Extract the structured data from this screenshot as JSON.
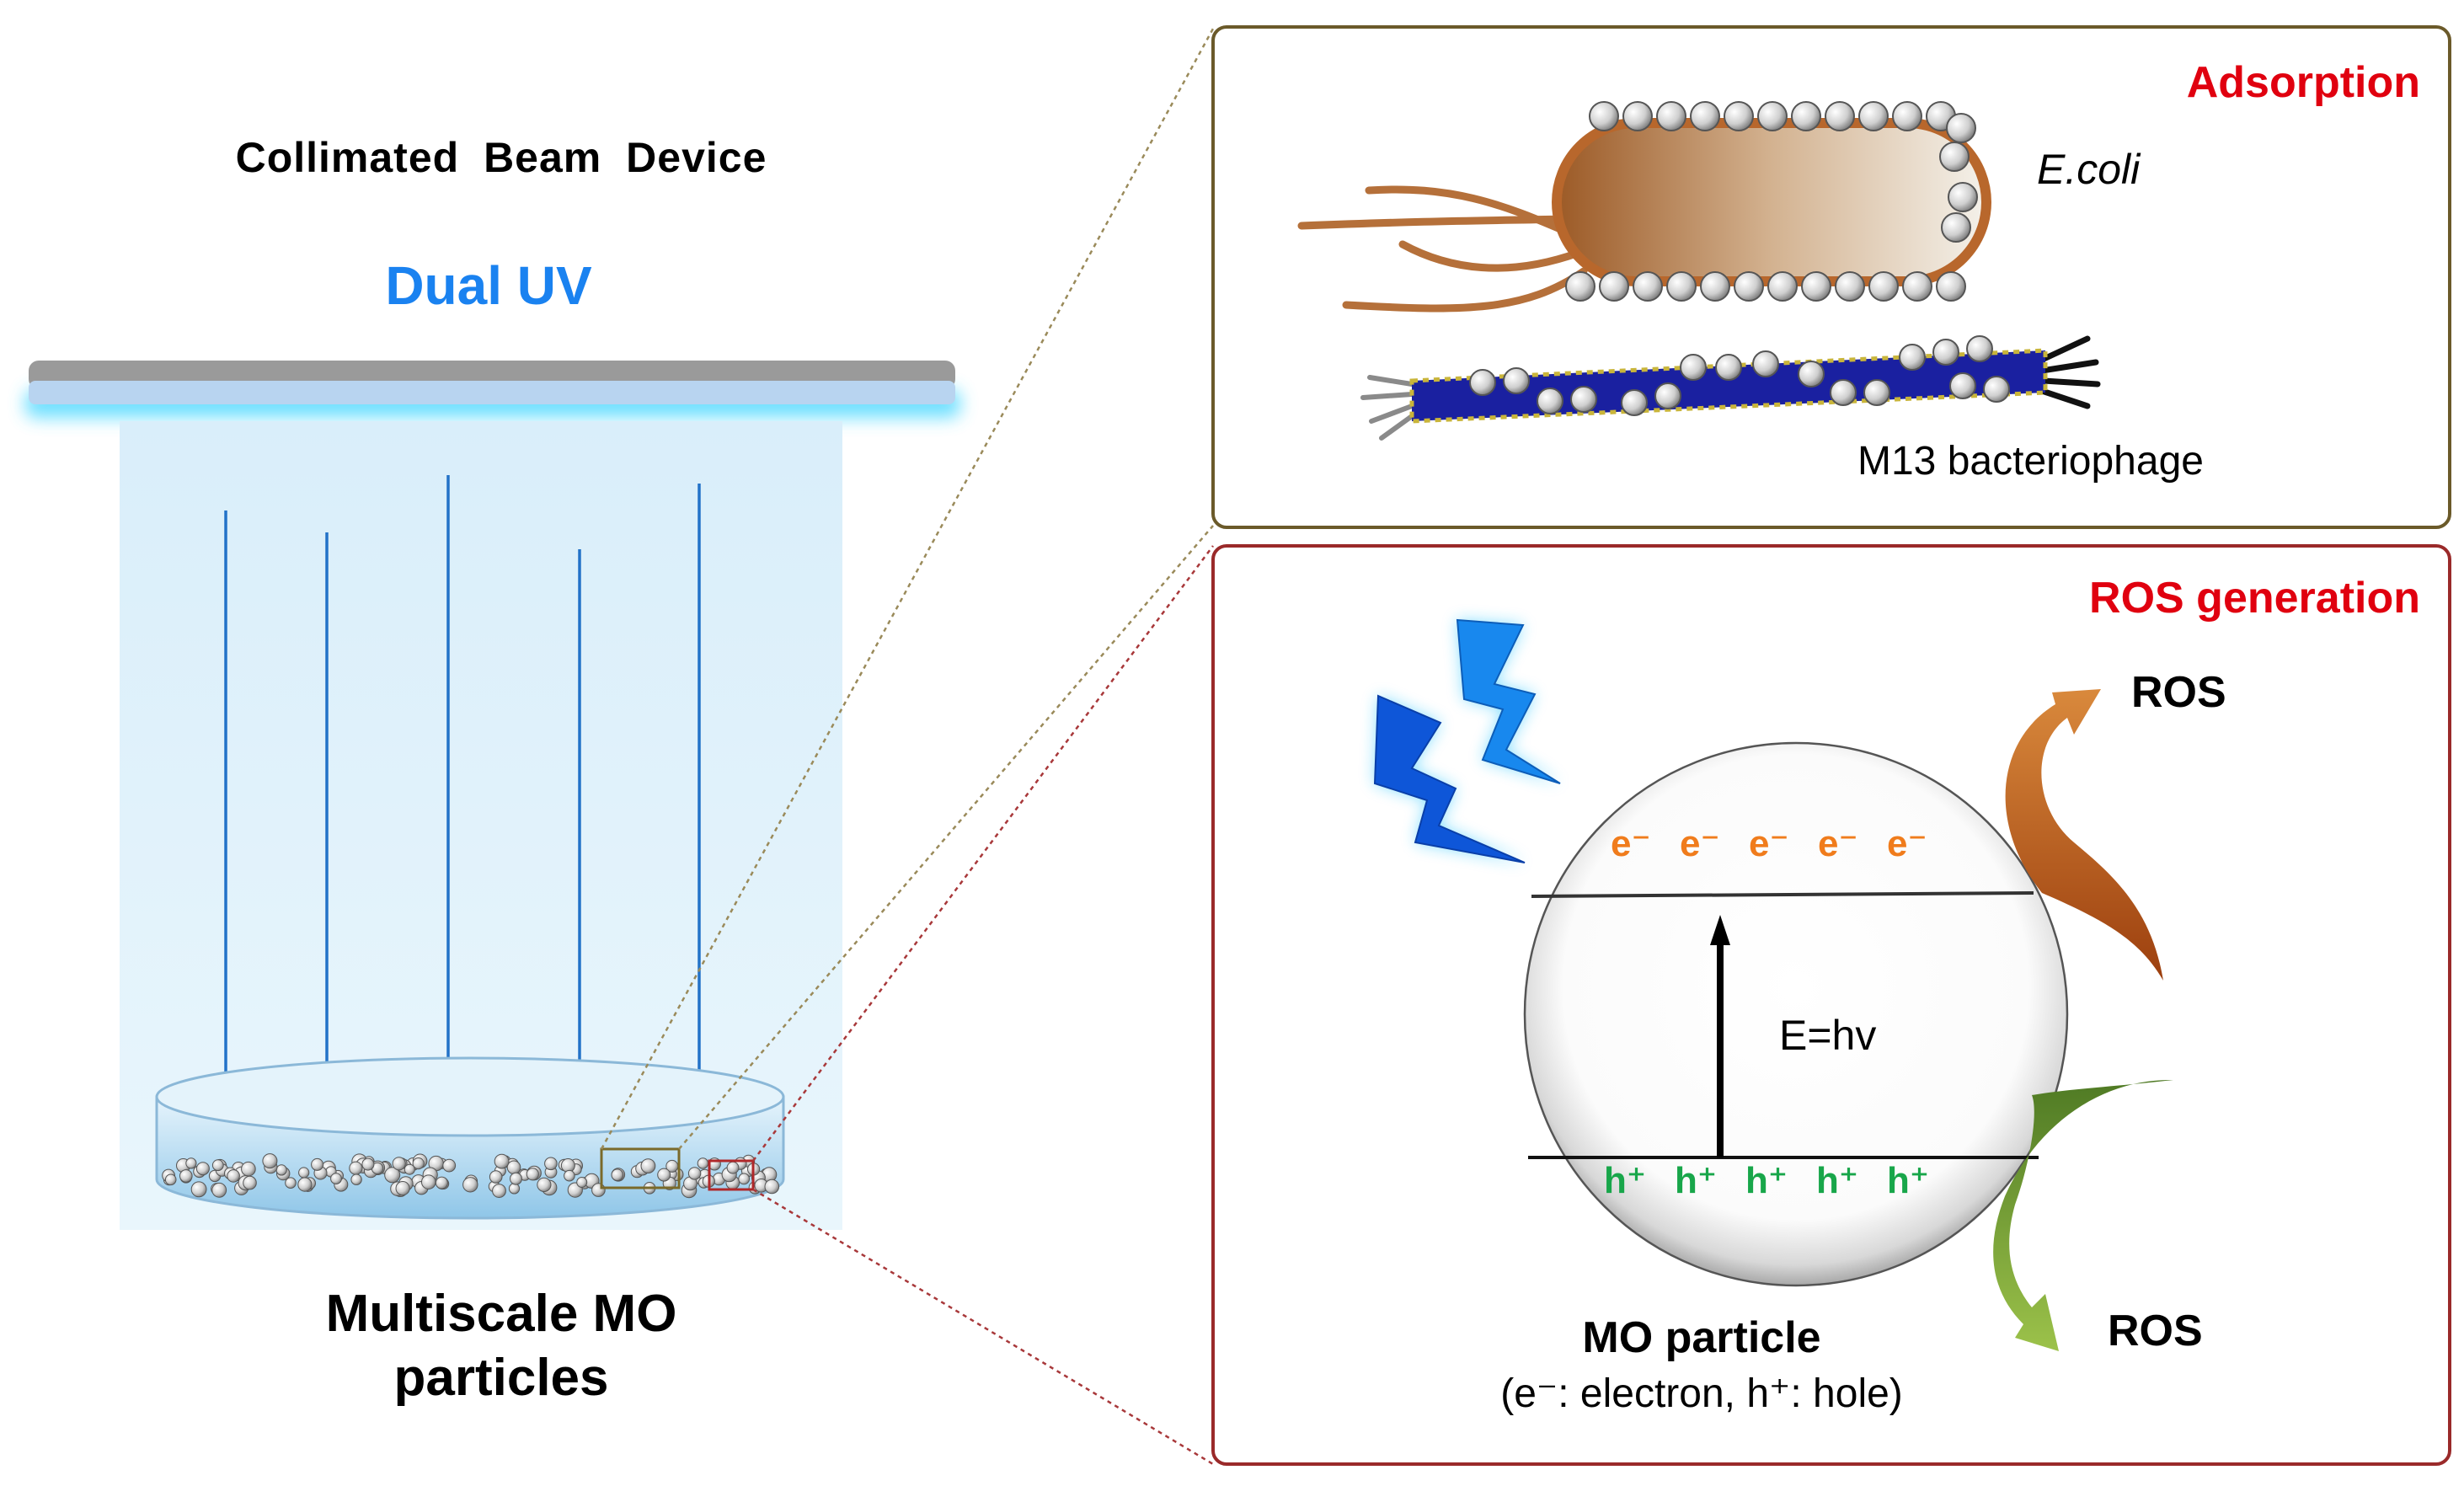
{
  "left_panel": {
    "device_title": "Collimated  Beam  Device",
    "uv_label": "Dual UV",
    "particles_label_line1": "Multiscale MO",
    "particles_label_line2": "particles"
  },
  "adsorption_panel": {
    "title": "Adsorption",
    "ecoli_label": "E.coli",
    "phage_label": "M13 bacteriophage"
  },
  "ros_panel": {
    "title": "ROS generation",
    "ros_top": "ROS",
    "ros_bottom": "ROS",
    "energy_label": "E=hv",
    "electron_symbol": "e⁻",
    "hole_symbol": "h⁺",
    "particle_label": "MO particle",
    "particle_legend": "(e⁻: electron, h⁺: hole)"
  },
  "colors": {
    "uv_blue": "#1a82f0",
    "title_red": "#e0000f",
    "electron_orange": "#f07c1c",
    "hole_green": "#18a64a",
    "adsorption_frame": "#6b5a2a",
    "ros_frame": "#9a2a2a"
  }
}
